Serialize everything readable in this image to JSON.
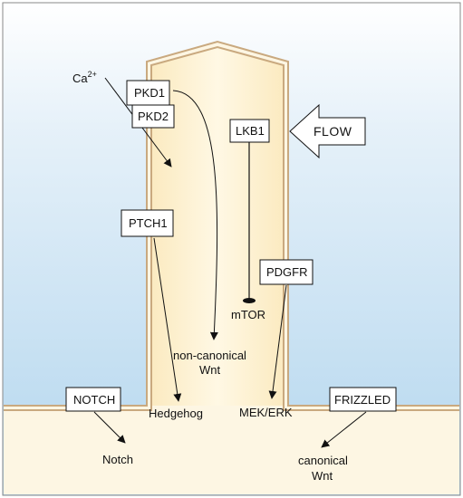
{
  "ca_label": "Ca",
  "ca_superscript": "2+",
  "boxes": {
    "pkd1": "PKD1",
    "pkd2": "PKD2",
    "lkb1": "LKB1",
    "flow": "FLOW",
    "ptch1": "PTCH1",
    "pdgfr": "PDGFR",
    "notch": "NOTCH",
    "frizzled": "FRIZZLED"
  },
  "targets": {
    "mtor": "mTOR",
    "noncanonical_line1": "non-canonical",
    "noncanonical_line2": "Wnt",
    "hedgehog": "Hedgehog",
    "mek_erk": "MEK/ERK",
    "notch": "Notch",
    "canonical_line1": "canonical",
    "canonical_line2": "Wnt"
  },
  "colors": {
    "membrane": "#c9a97f",
    "cilium_fill": "#fdf3d6",
    "extracellular_top": "#ffffff",
    "extracellular_bottom": "#b5d8ef",
    "cytoplasm": "#fdf6e3"
  }
}
